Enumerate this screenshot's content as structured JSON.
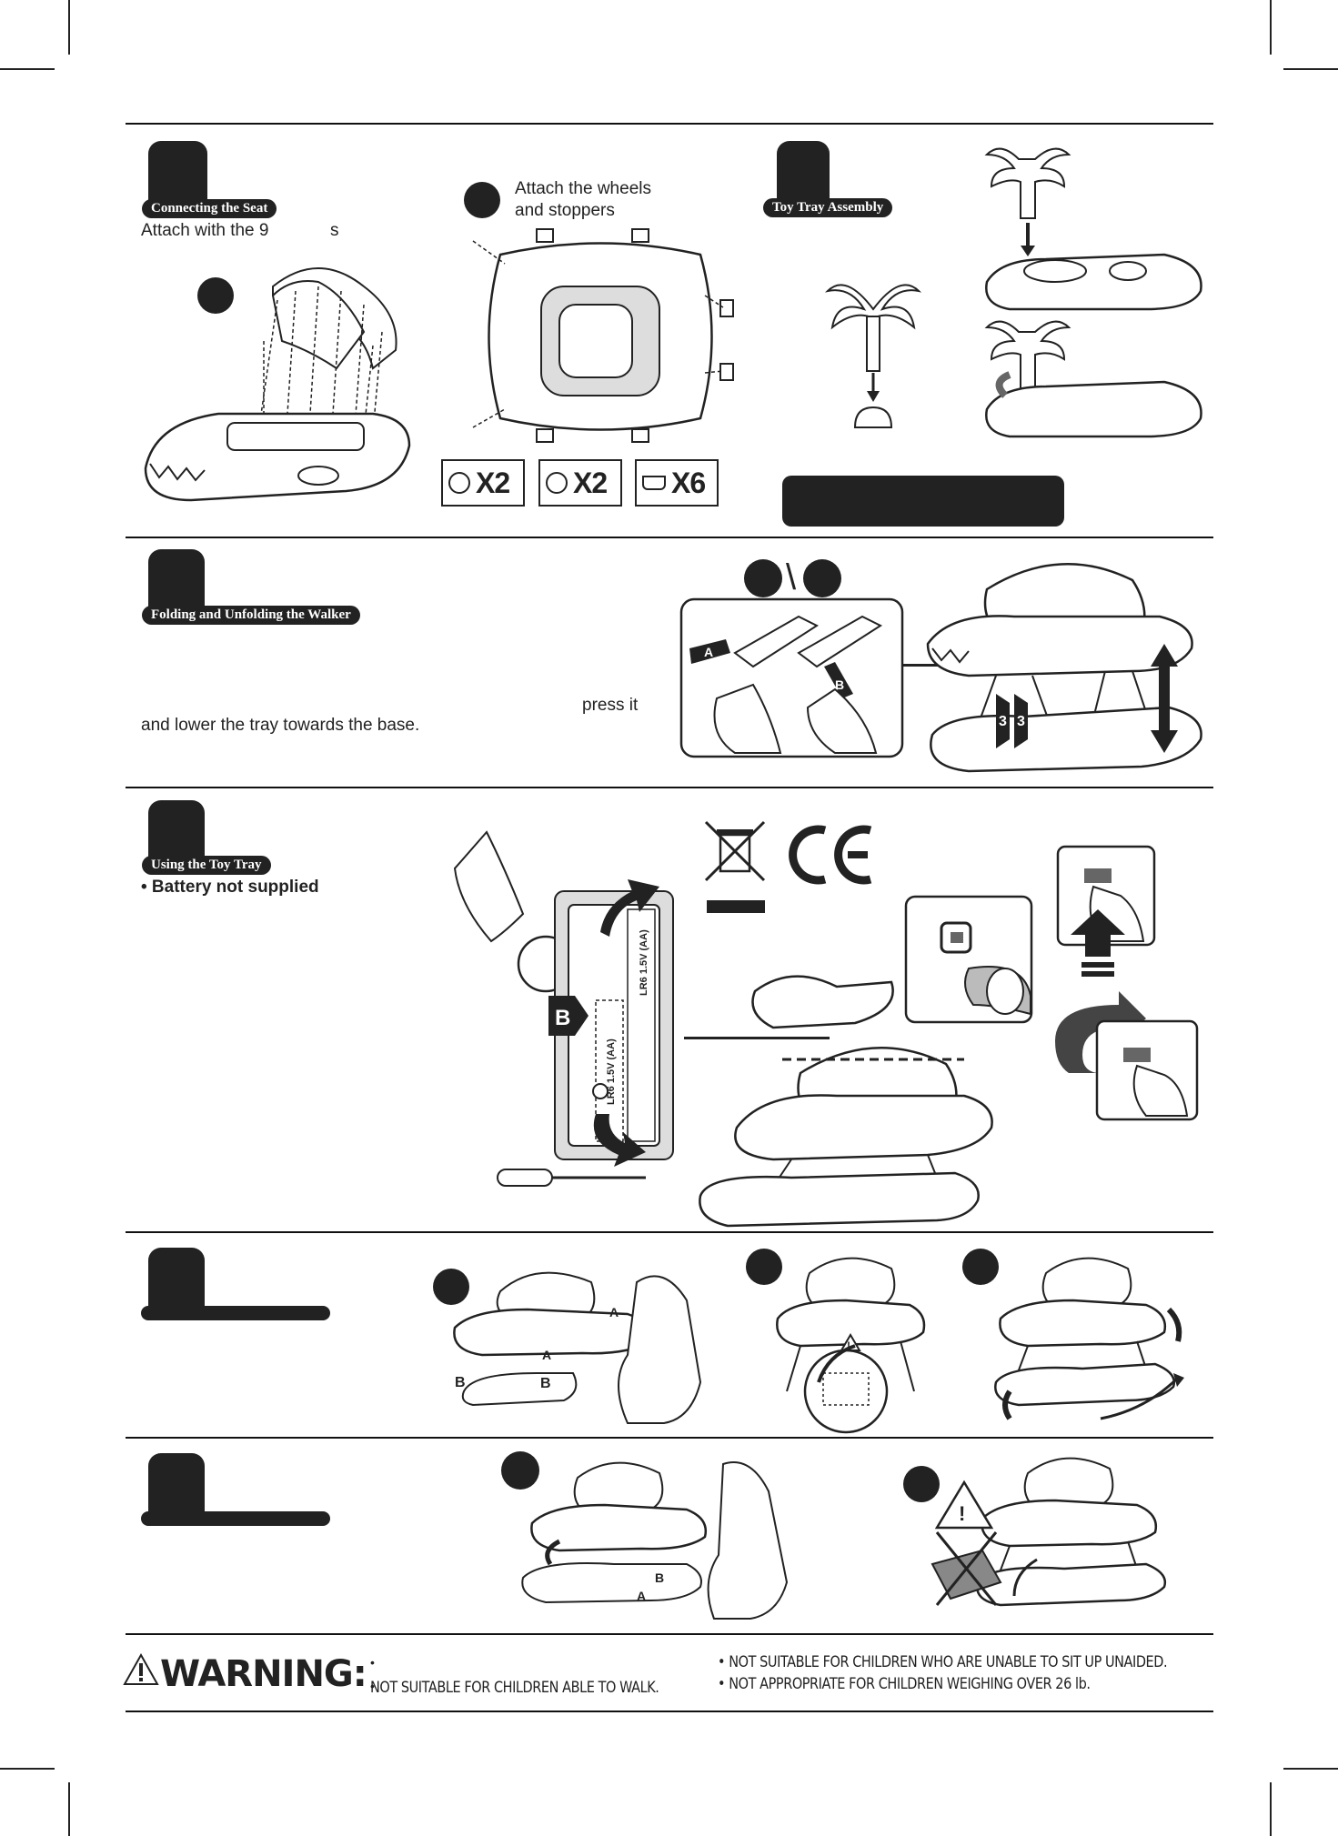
{
  "sections": {
    "seat": {
      "title": "Connecting the Seat",
      "text": "Attach with the 9",
      "text_suffix": "s"
    },
    "wheels": {
      "line1": "Attach the wheels",
      "line2": "and stoppers",
      "counts": [
        "X2",
        "X2",
        "X6"
      ]
    },
    "toy_tray": {
      "title": "Toy Tray Assembly"
    },
    "folding": {
      "title": "Folding and Unfolding the Walker",
      "text_press": "press it",
      "text_lower": "and lower the tray towards the base.",
      "letters": [
        "A",
        "B"
      ],
      "number": "3"
    },
    "using_tray": {
      "title": "Using the Toy Tray",
      "battery": "• Battery not supplied",
      "letter": "B",
      "battery_label": "LR6 1.5V (AA)"
    }
  },
  "warning": {
    "title": "WARNING:",
    "line_left": "NOT SUITABLE FOR CHILDREN ABLE TO WALK.",
    "line_right_1": "• NOT SUITABLE FOR CHILDREN WHO ARE UNABLE TO SIT UP UNAIDED.",
    "line_right_2": "• NOT APPROPRIATE FOR CHILDREN WEIGHING OVER 26 lb."
  },
  "icons": [
    "crossed-bin-icon",
    "ce-mark-icon",
    "warning-triangle-icon",
    "screwdriver-icon"
  ]
}
